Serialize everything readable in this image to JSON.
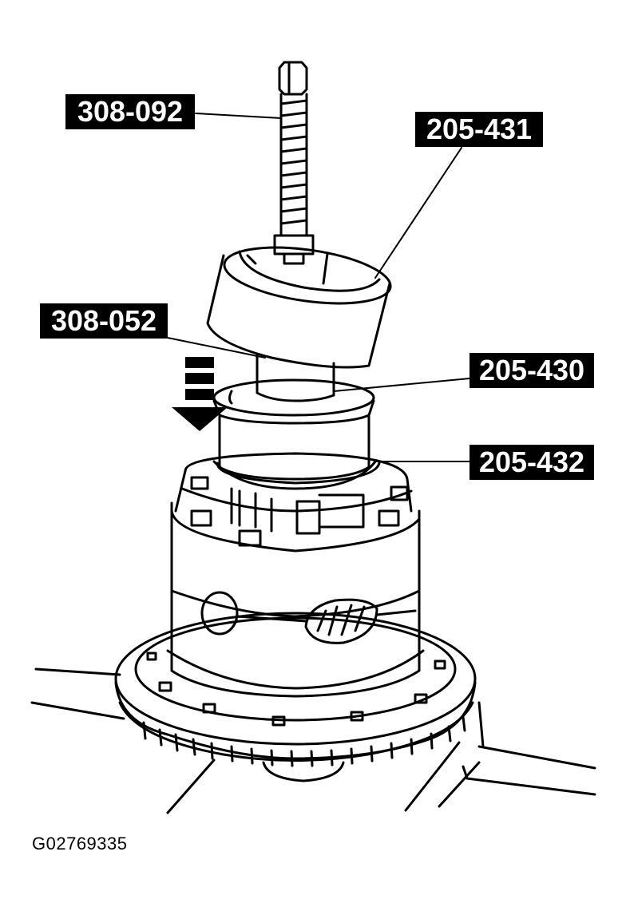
{
  "figure": {
    "callouts": [
      {
        "id": "tool-308-092",
        "text": "308-092"
      },
      {
        "id": "tool-205-431",
        "text": "205-431"
      },
      {
        "id": "tool-308-052",
        "text": "308-052"
      },
      {
        "id": "tool-205-430",
        "text": "205-430"
      },
      {
        "id": "tool-205-432",
        "text": "205-432"
      }
    ],
    "figure_id": "G02769335"
  },
  "colors": {
    "ink": "#000000",
    "paper": "#ffffff"
  },
  "icons": [
    "press-direction-arrow-icon"
  ]
}
